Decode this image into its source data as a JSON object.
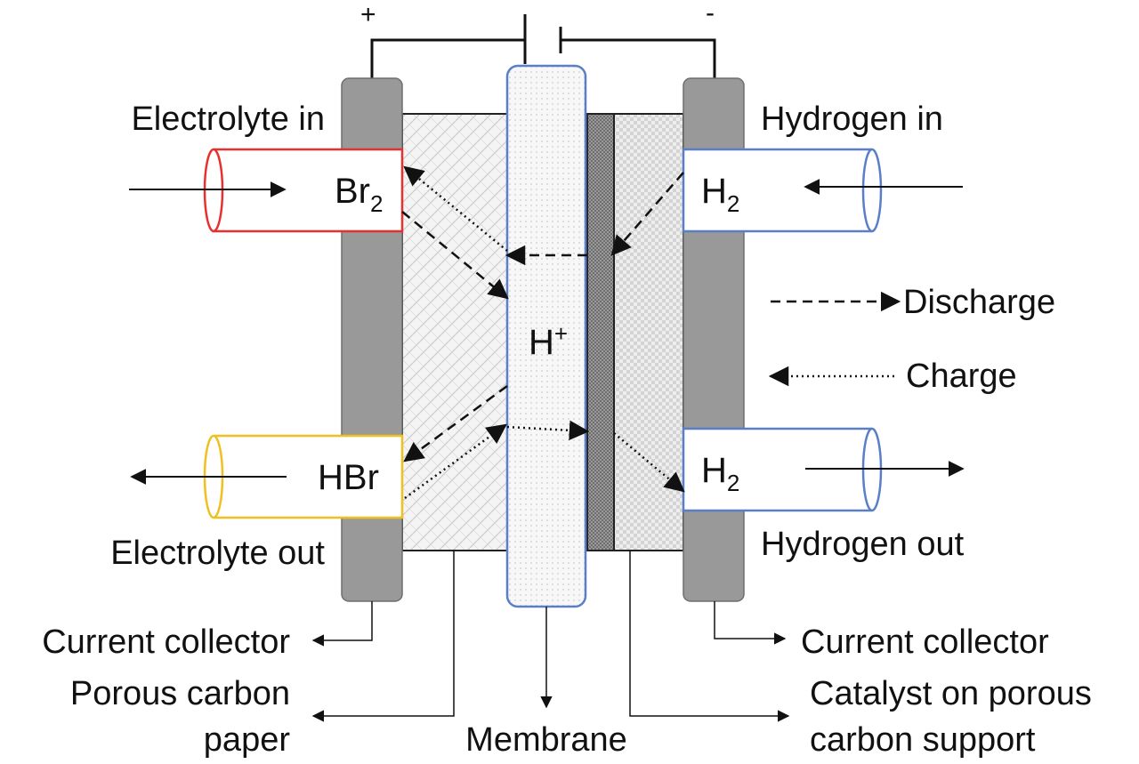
{
  "polarity": {
    "positive": "+",
    "negative": "-"
  },
  "labels": {
    "electrolyte_in": "Electrolyte in",
    "electrolyte_out": "Electrolyte out",
    "hydrogen_in": "Hydrogen in",
    "hydrogen_out": "Hydrogen out",
    "discharge": "Discharge",
    "charge": "Charge",
    "current_collector_left": "Current collector",
    "current_collector_right": "Current collector",
    "porous_carbon_line1": "Porous carbon",
    "porous_carbon_line2": "paper",
    "membrane": "Membrane",
    "catalyst_line1": "Catalyst on porous",
    "catalyst_line2": "carbon support"
  },
  "species": {
    "br_main": "Br",
    "br_sub": "2",
    "hbr": "HBr",
    "h2_top_main": "H",
    "h2_top_sub": "2",
    "h2_bottom_main": "H",
    "h2_bottom_sub": "2",
    "proton_main": "H",
    "proton_sup": "+"
  },
  "colors": {
    "collector": "#999999",
    "electrolyte_in_tube": "#e83030",
    "electrolyte_out_tube": "#f0c020",
    "hydrogen_tube": "#5a7fc8",
    "membrane_border": "#5a7fc8",
    "line": "#111111"
  }
}
